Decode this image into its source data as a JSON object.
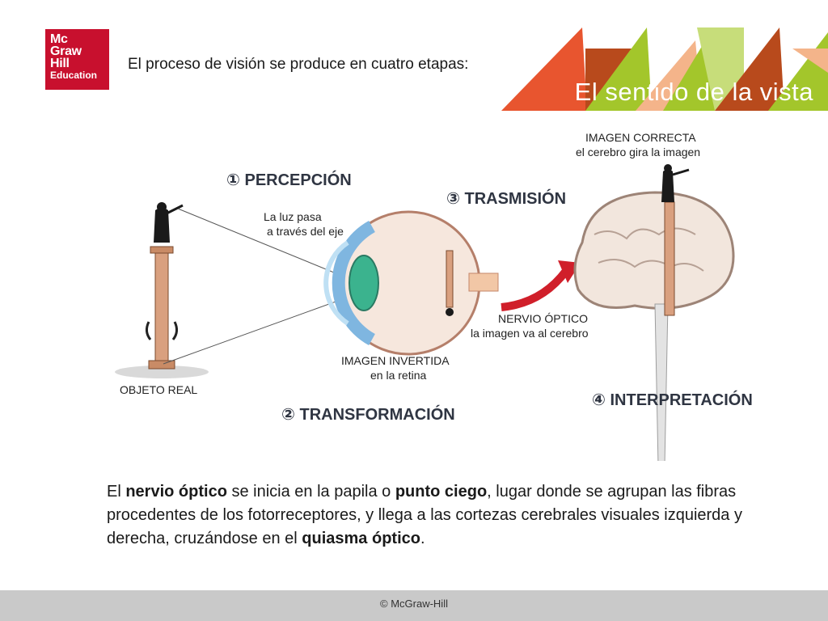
{
  "logo": {
    "line1": "Mc",
    "line2": "Graw",
    "line3": "Hill",
    "line4": "Education"
  },
  "header": {
    "intro": "El proceso de visión se produce en cuatro etapas:",
    "title": "El sentido de la vista"
  },
  "colors": {
    "brand_red": "#c8102e",
    "orange_red": "#e8552f",
    "lime": "#a3c62b",
    "rust": "#b84a1c",
    "peach": "#f4b48a"
  },
  "diagram": {
    "stage1": "① PERCEPCIÓN",
    "stage2": "② TRANSFORMACIÓN",
    "stage3": "③ TRASMISIÓN",
    "stage4": "④ INTERPRETACIÓN",
    "light_label_1": "La luz pasa",
    "light_label_2": "a través del eje",
    "object_label": "OBJETO REAL",
    "inverted_label_1": "IMAGEN INVERTIDA",
    "inverted_label_2": "en la retina",
    "nerve_label_1": "NERVIO ÓPTICO",
    "nerve_label_2": "la imagen va al cerebro",
    "correct_label_1": "IMAGEN CORRECTA",
    "correct_label_2": "el cerebro gira la imagen"
  },
  "body": {
    "p1": "El ",
    "b1": "nervio óptico",
    "p2": " se inicia en la papila o ",
    "b2": "punto ciego",
    "p3": ", lugar donde se agrupan las fibras procedentes de los fotorreceptores, y llega  a las cortezas cerebrales visuales izquierda y derecha, cruzándose en el ",
    "b3": "quiasma óptico",
    "p4": "."
  },
  "footer": {
    "copyright": "© McGraw-Hill"
  }
}
